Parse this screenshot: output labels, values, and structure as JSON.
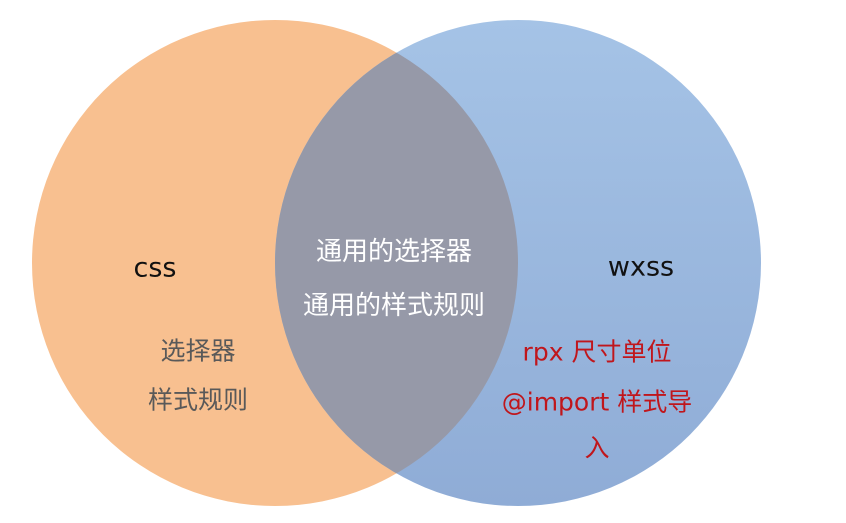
{
  "diagram": {
    "left_set": {
      "title": "css",
      "items": [
        "选择器",
        "样式规则"
      ],
      "color": "#f8c090"
    },
    "right_set": {
      "title": "wxss",
      "items": [
        "rpx 尺寸单位",
        "@import 样式导",
        "入"
      ],
      "color": "#9fbee3",
      "text_color": "#c0161c"
    },
    "intersection": {
      "items": [
        "通用的选择器",
        "通用的样式规则"
      ],
      "color": "#9699a8"
    }
  }
}
